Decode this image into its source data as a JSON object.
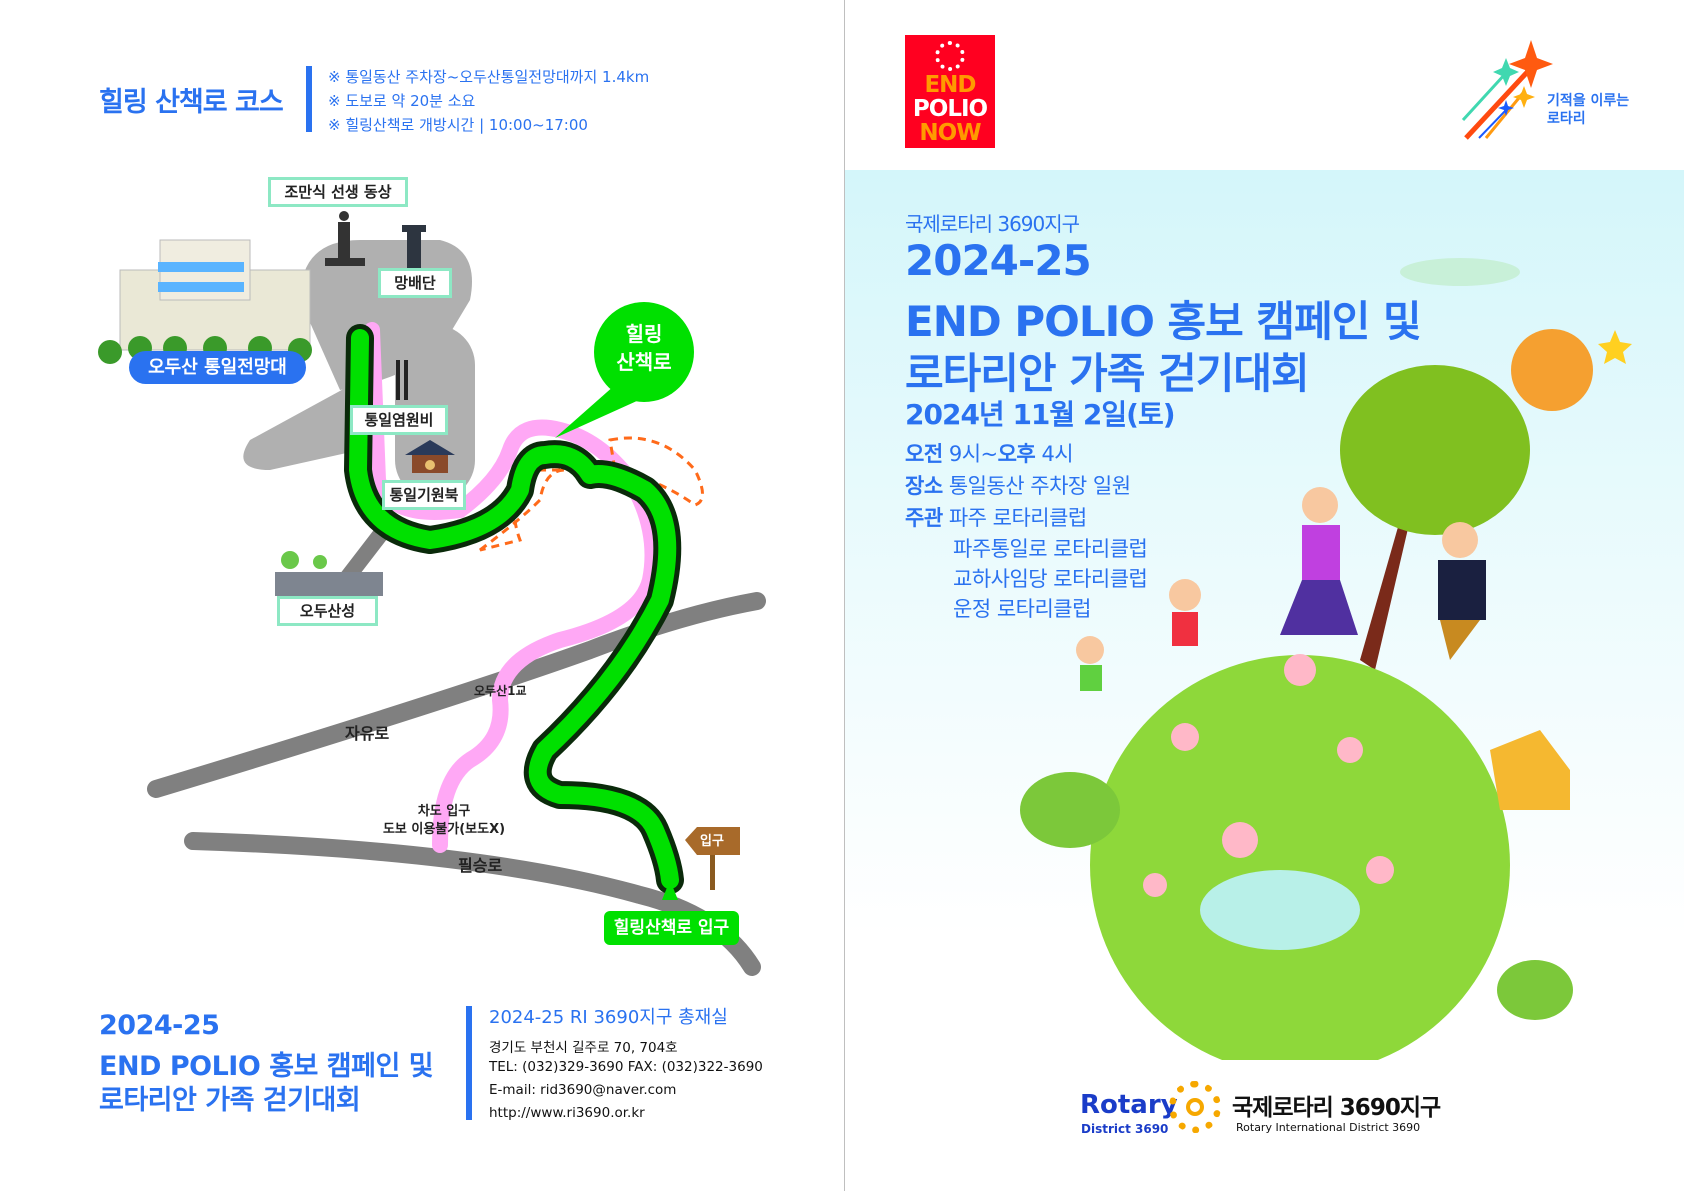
{
  "left": {
    "course_title": "힐링 산책로 코스",
    "notes": [
      "※ 통일동산 주차장~오두산통일전망대까지 1.4km",
      "※ 도보로 약 20분 소요",
      "※ 힐링산책로 개방시간 | 10:00~17:00"
    ],
    "map": {
      "labels": {
        "statue": "조만식 선생 동상",
        "altar": "망배단",
        "observatory": "오두산 통일전망대",
        "monument": "통일염원비",
        "drum": "통일기원북",
        "fortress": "오두산성",
        "bubble_line1": "힐링",
        "bubble_line2": "산책로",
        "bridge": "오두산1교",
        "road1": "자유로",
        "road2": "필승로",
        "car_entrance": "차도 입구",
        "no_walk": "도보 이용불가(보도X)",
        "sign": "입구",
        "trail_entrance": "힐링산책로 입구"
      }
    },
    "event_title": [
      "2024-25",
      "END POLIO 홍보 캠페인 및",
      "로타리안 가족 걷기대회"
    ],
    "office": {
      "heading": "2024-25 RI 3690지구 총재실",
      "address": "경기도 부천시 길주로 70, 704호",
      "phone": "TEL: (032)329-3690  FAX: (032)322-3690",
      "email": "E-mail: rid3690@naver.com",
      "web": "http://www.ri3690.or.kr"
    }
  },
  "right": {
    "logo_epn": [
      "END",
      "POLIO",
      "NOW"
    ],
    "slogan": [
      "기적을 이루는",
      "로타리"
    ],
    "district": "국제로타리 3690지구",
    "year": "2024-25",
    "title1": "END POLIO 홍보 캠페인 및",
    "title2": "로타리안 가족 걷기대회",
    "date": "2024년 11월 2일(토)",
    "time_label": "오전",
    "time_value": "9시~",
    "time_label2": "오후",
    "time_value2": "4시",
    "place_label": "장소",
    "place_value": "통일동산 주차장 일원",
    "host_label": "주관",
    "hosts": [
      "파주 로타리클럽",
      "파주통일로 로타리클럽",
      "교하사임당 로타리클럽",
      "운정 로타리클럽"
    ],
    "footer": {
      "rotary": "Rotary",
      "district_en": "District 3690",
      "district_ko": "국제로타리 3690지구",
      "district_full": "Rotary International District 3690"
    }
  },
  "colors": {
    "blue": "#2a72f0",
    "green": "#00e000",
    "pink": "#ffa8f5",
    "road": "#808080",
    "red": "#ff0020",
    "gold": "#f6a800"
  }
}
